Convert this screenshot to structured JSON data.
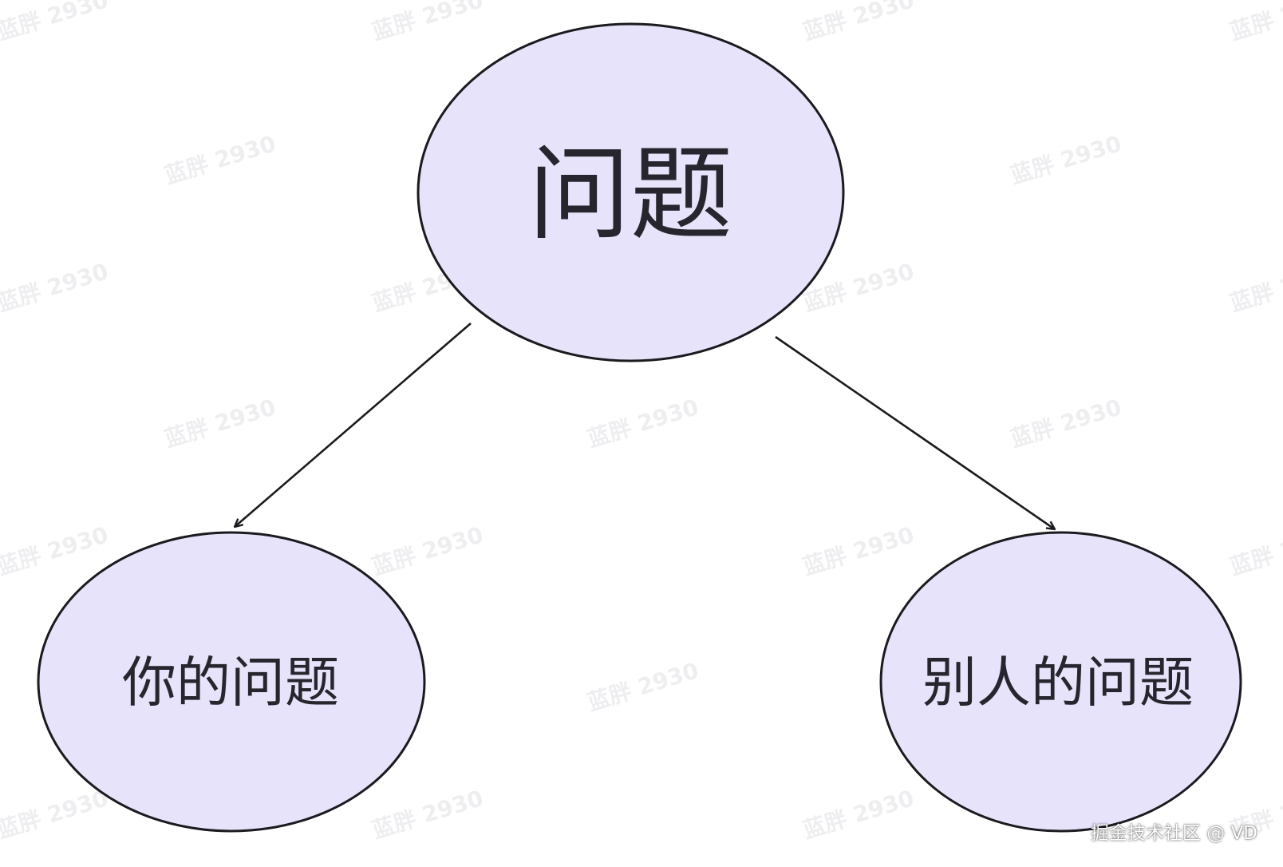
{
  "diagram": {
    "nodes": [
      {
        "id": "root",
        "label": "问题"
      },
      {
        "id": "yours",
        "label": "你的问题"
      },
      {
        "id": "others",
        "label": "别人的问题"
      }
    ],
    "edges": [
      {
        "from": "root",
        "to": "yours"
      },
      {
        "from": "root",
        "to": "others"
      }
    ],
    "colors": {
      "node_fill": "#e6e3fa",
      "node_stroke": "#1b1b1f",
      "text": "#27262e"
    }
  },
  "watermark": {
    "text": "蓝胖 2930"
  },
  "footer": {
    "credit": "掘金技术社区 @ VD"
  }
}
